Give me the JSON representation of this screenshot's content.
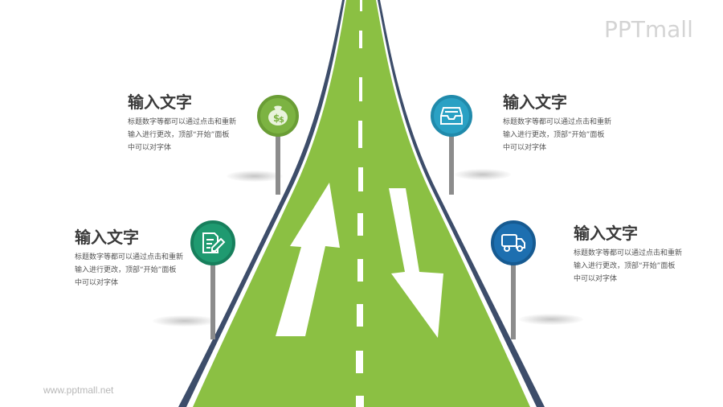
{
  "watermark": {
    "logo": "PPTmall",
    "url": "www.pptmall.net"
  },
  "colors": {
    "road_green": "#8bc043",
    "road_edge": "#3d4d6a",
    "lane_marking": "#ffffff",
    "pole": "#8c8c8c",
    "sign_money": "#7cb342",
    "sign_tray": "#2aa1c4",
    "sign_document": "#1f9a70",
    "sign_truck": "#1d6fb0"
  },
  "items": [
    {
      "position": "top-left",
      "title": "输入文字",
      "desc": "标题数字等都可以通过点击和重新输入进行更改，顶部“开始”面板中可以对字体",
      "icon": "money-bag-icon"
    },
    {
      "position": "top-right",
      "title": "输入文字",
      "desc": "标题数字等都可以通过点击和重新输入进行更改，顶部“开始”面板中可以对字体",
      "icon": "inbox-tray-icon"
    },
    {
      "position": "bottom-left",
      "title": "输入文字",
      "desc": "标题数字等都可以通过点击和重新输入进行更改，顶部“开始”面板中可以对字体",
      "icon": "document-edit-icon"
    },
    {
      "position": "bottom-right",
      "title": "输入文字",
      "desc": "标题数字等都可以通过点击和重新输入进行更改，顶部“开始”面板中可以对字体",
      "icon": "truck-icon"
    }
  ],
  "road": {
    "arrows": [
      "up-arrow",
      "down-arrow"
    ]
  }
}
